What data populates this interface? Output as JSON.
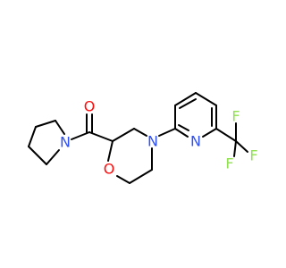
{
  "molecule": {
    "atoms": [
      {
        "id": "O_carbonyl",
        "label": "O",
        "color": "#ff0d0d"
      },
      {
        "id": "N_pyrrolidine",
        "label": "N",
        "color": "#3050f8"
      },
      {
        "id": "O_morpholine",
        "label": "O",
        "color": "#ff0d0d"
      },
      {
        "id": "N_morpholine",
        "label": "N",
        "color": "#3050f8"
      },
      {
        "id": "N_pyridine",
        "label": "N",
        "color": "#3050f8"
      },
      {
        "id": "F_top",
        "label": "F",
        "color": "#90e050"
      },
      {
        "id": "F_right",
        "label": "F",
        "color": "#90e050"
      },
      {
        "id": "F_bottom",
        "label": "F",
        "color": "#90e050"
      }
    ]
  }
}
